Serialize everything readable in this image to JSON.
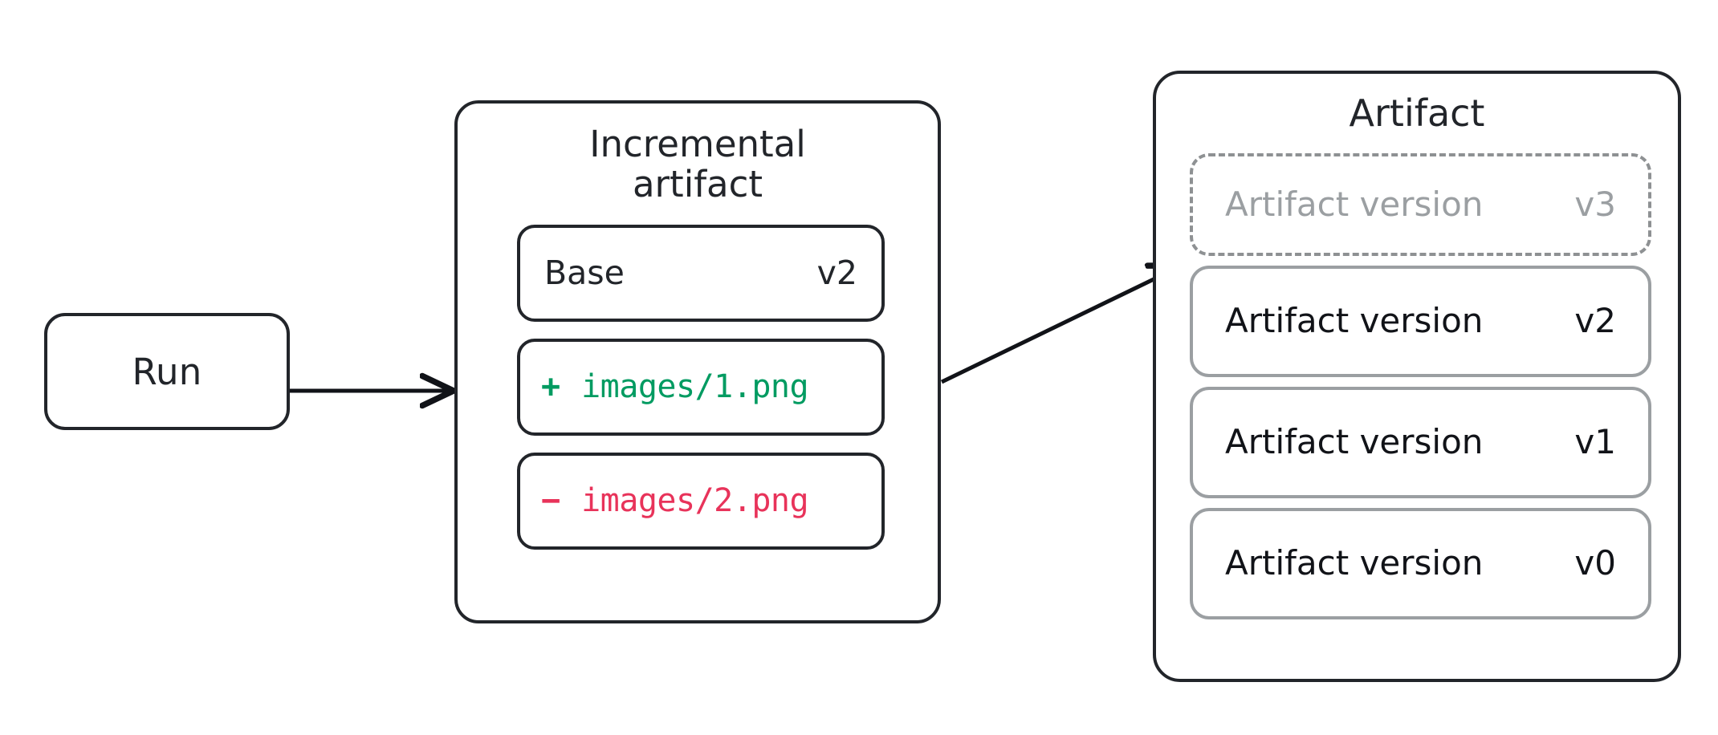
{
  "diagram": {
    "title": "Incremental artifact versioning flow",
    "background": "#ffffff",
    "colors": {
      "ink": "#22252A",
      "added": "#009B61",
      "removed": "#E8335A",
      "muted": "#9B9FA2",
      "dashed_border": "#8E9193"
    }
  },
  "run": {
    "label": "Run"
  },
  "incremental": {
    "title": "Incremental\nartifact",
    "rows": [
      {
        "kind": "base",
        "left": "Base",
        "right": "v2"
      },
      {
        "kind": "added",
        "sign": "+",
        "path": "images/1.png"
      },
      {
        "kind": "removed",
        "sign": "−",
        "path": "images/2.png"
      }
    ]
  },
  "artifact": {
    "title": "Artifact",
    "versions": [
      {
        "label": "Artifact version",
        "tag": "v3",
        "style": "dashed"
      },
      {
        "label": "Artifact version",
        "tag": "v2",
        "style": "solid"
      },
      {
        "label": "Artifact version",
        "tag": "v1",
        "style": "solid"
      },
      {
        "label": "Artifact version",
        "tag": "v0",
        "style": "solid"
      }
    ]
  },
  "arrows": [
    {
      "name": "run-to-incremental",
      "from": "Run",
      "to": "Incremental artifact"
    },
    {
      "name": "incremental-to-artifact",
      "from": "Incremental artifact",
      "to": "Artifact version v3"
    }
  ]
}
